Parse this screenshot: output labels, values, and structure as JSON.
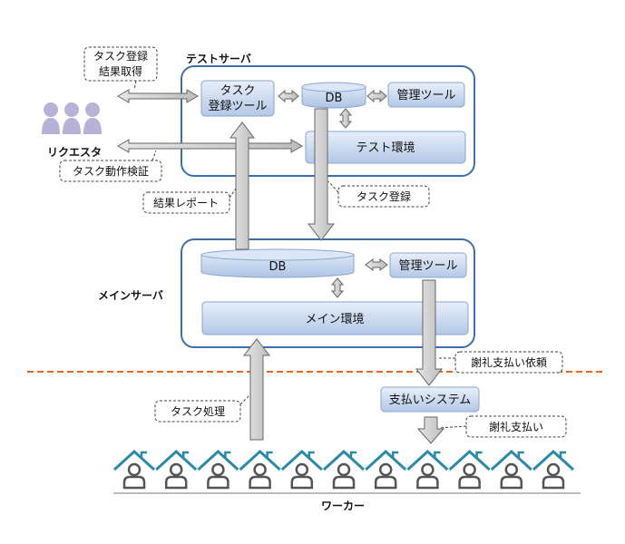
{
  "servers": {
    "test_server": "テストサーバ",
    "main_server": "メインサーバ"
  },
  "components": {
    "task_registration_tool_line1": "タスク",
    "task_registration_tool_line2": "登録ツール",
    "db_test": "DB",
    "management_tool_test": "管理ツール",
    "test_environment": "テスト環境",
    "db_main": "DB",
    "management_tool_main": "管理ツール",
    "main_environment": "メイン環境",
    "payment_system": "支払いシステム"
  },
  "actors": {
    "requester": "リクエスタ",
    "worker": "ワーカー"
  },
  "callouts": {
    "task_register_result_line1": "タスク登録",
    "task_register_result_line2": "結果取得",
    "task_operation_check": "タスク動作検証",
    "result_report": "結果レポート",
    "task_registration": "タスク登録",
    "task_processing": "タスク処理",
    "reward_payment_request": "謝礼支払い依頼",
    "reward_payment": "謝礼支払い"
  },
  "colors": {
    "server_border": "#3c6fb0",
    "component_fill_top": "#e4ecf8",
    "component_fill_bottom": "#b6cbe8",
    "arrow_fill": "#d4d4d4",
    "arrow_stroke": "#666666",
    "divider": "#e8671f",
    "requester_fill": "#b7b2d8",
    "worker_roof": "#2a8aa8",
    "worker_outline": "#555555"
  },
  "icons": {
    "requester": "people-group-icon",
    "worker": "person-house-icon"
  }
}
